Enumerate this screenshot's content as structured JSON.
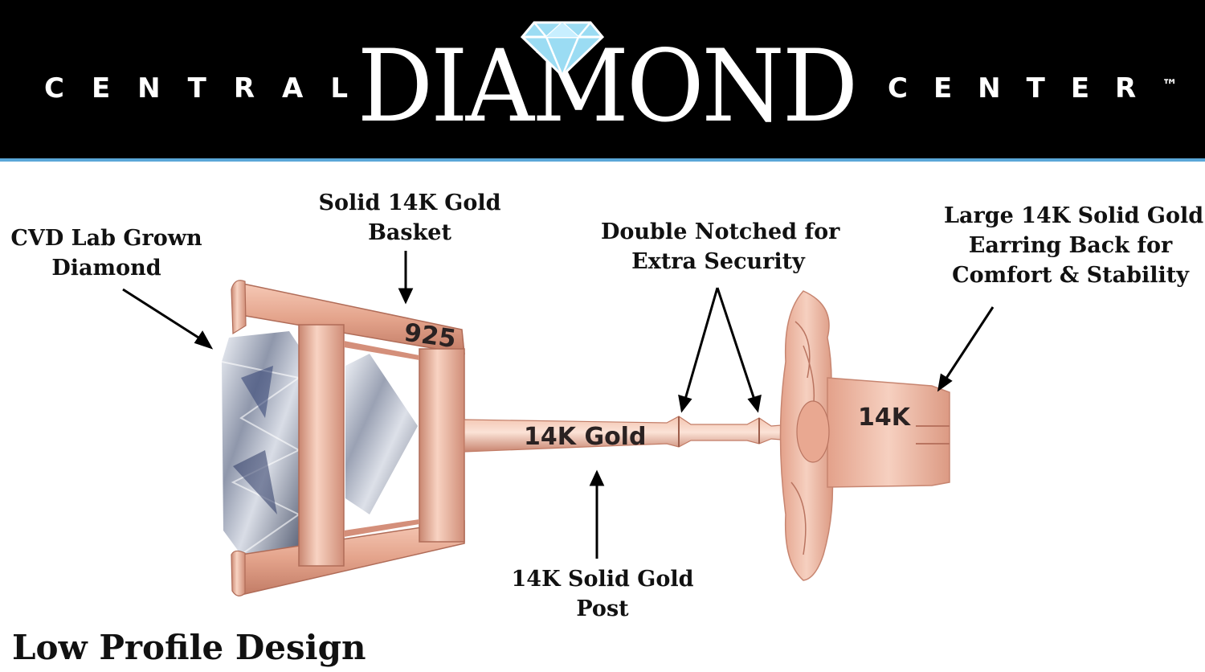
{
  "brand": {
    "left": "CENTRAL",
    "main": "DIAMOND",
    "right": "CENTER",
    "trademark": "™"
  },
  "labels": {
    "diamond": [
      "CVD Lab Grown",
      "Diamond"
    ],
    "basket": [
      "Solid 14K Gold",
      "Basket"
    ],
    "notched": [
      "Double Notched for",
      "Extra Security"
    ],
    "earring_back": [
      "Large 14K Solid Gold",
      "Earring Back for",
      "Comfort & Stability"
    ],
    "post": [
      "14K Solid Gold",
      "Post"
    ]
  },
  "engravings": {
    "basket_mark": "925",
    "post_mark": "14K Gold",
    "back_mark": "14K"
  },
  "footer": {
    "title": "Low Profile Design"
  },
  "colors": {
    "header_bg": "#000000",
    "accent_rule": "#5aa7d8",
    "gold": "#e7a68f",
    "gold_dark": "#b9735f",
    "gem_blue": "#8fd3ee"
  }
}
